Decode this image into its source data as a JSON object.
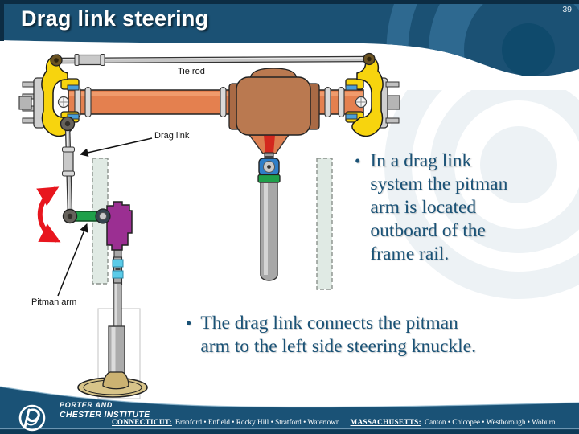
{
  "slide": {
    "title": "Drag link steering",
    "page_number": "39",
    "bullet_char": "•"
  },
  "diagram": {
    "labels": {
      "tie_rod": "Tie rod",
      "drag_link": "Drag link",
      "pitman_arm": "Pitman arm"
    }
  },
  "bullets": [
    {
      "text": "In a drag link system the pitman arm is located outboard of the frame rail."
    },
    {
      "text": "The drag link connects the pitman arm to the left side steering knuckle."
    }
  ],
  "footer": {
    "org_line1": "PORTER AND",
    "org_line2": "CHESTER INSTITUTE",
    "locations": [
      {
        "state": "CONNECTICUT:",
        "cities": "Branford • Enfield • Rocky Hill • Stratford • Watertown"
      },
      {
        "state": "MASSACHUSETTS:",
        "cities": "Canton • Chicopee • Westborough • Woburn"
      }
    ]
  },
  "colors": {
    "header_blue": "#1B5174",
    "header_dark": "#0C2C43",
    "header_arc": "#2E6990",
    "header_circle": "#0F4A6C",
    "body_text_blue": "#1A5276",
    "footer_band": "#1A5276",
    "footer_strip": "#0E3A57",
    "axle_orange": "#E4804F",
    "housing_brown": "#BA7950",
    "knuckle_yellow": "#F7D40E",
    "gearbox_purple": "#9B2F92",
    "pitman_green": "#1FA04A",
    "joint_blue": "#2F7EC7",
    "arrow_red": "#E8161E",
    "wheel_tan": "#D8C489"
  }
}
